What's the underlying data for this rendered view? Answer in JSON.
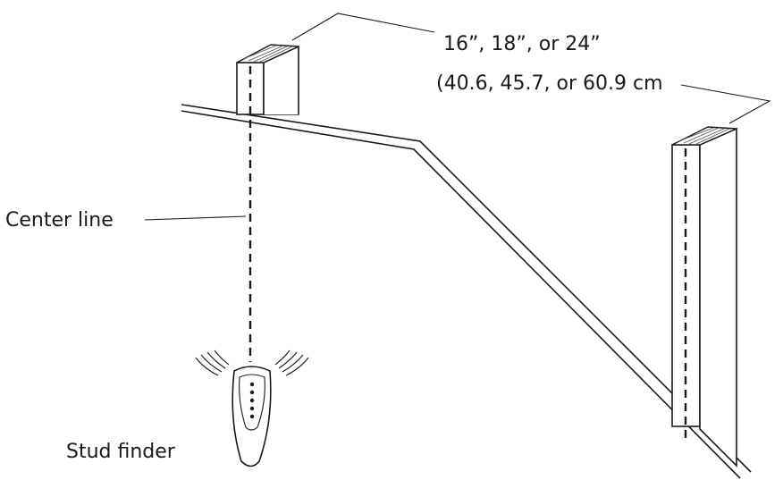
{
  "labels": {
    "spacing_line1": "16”, 18”, or 24”",
    "spacing_line2": "(40.6, 45.7, or 60.9 cm",
    "center_line": "Center line",
    "stud_finder": "Stud finder"
  }
}
